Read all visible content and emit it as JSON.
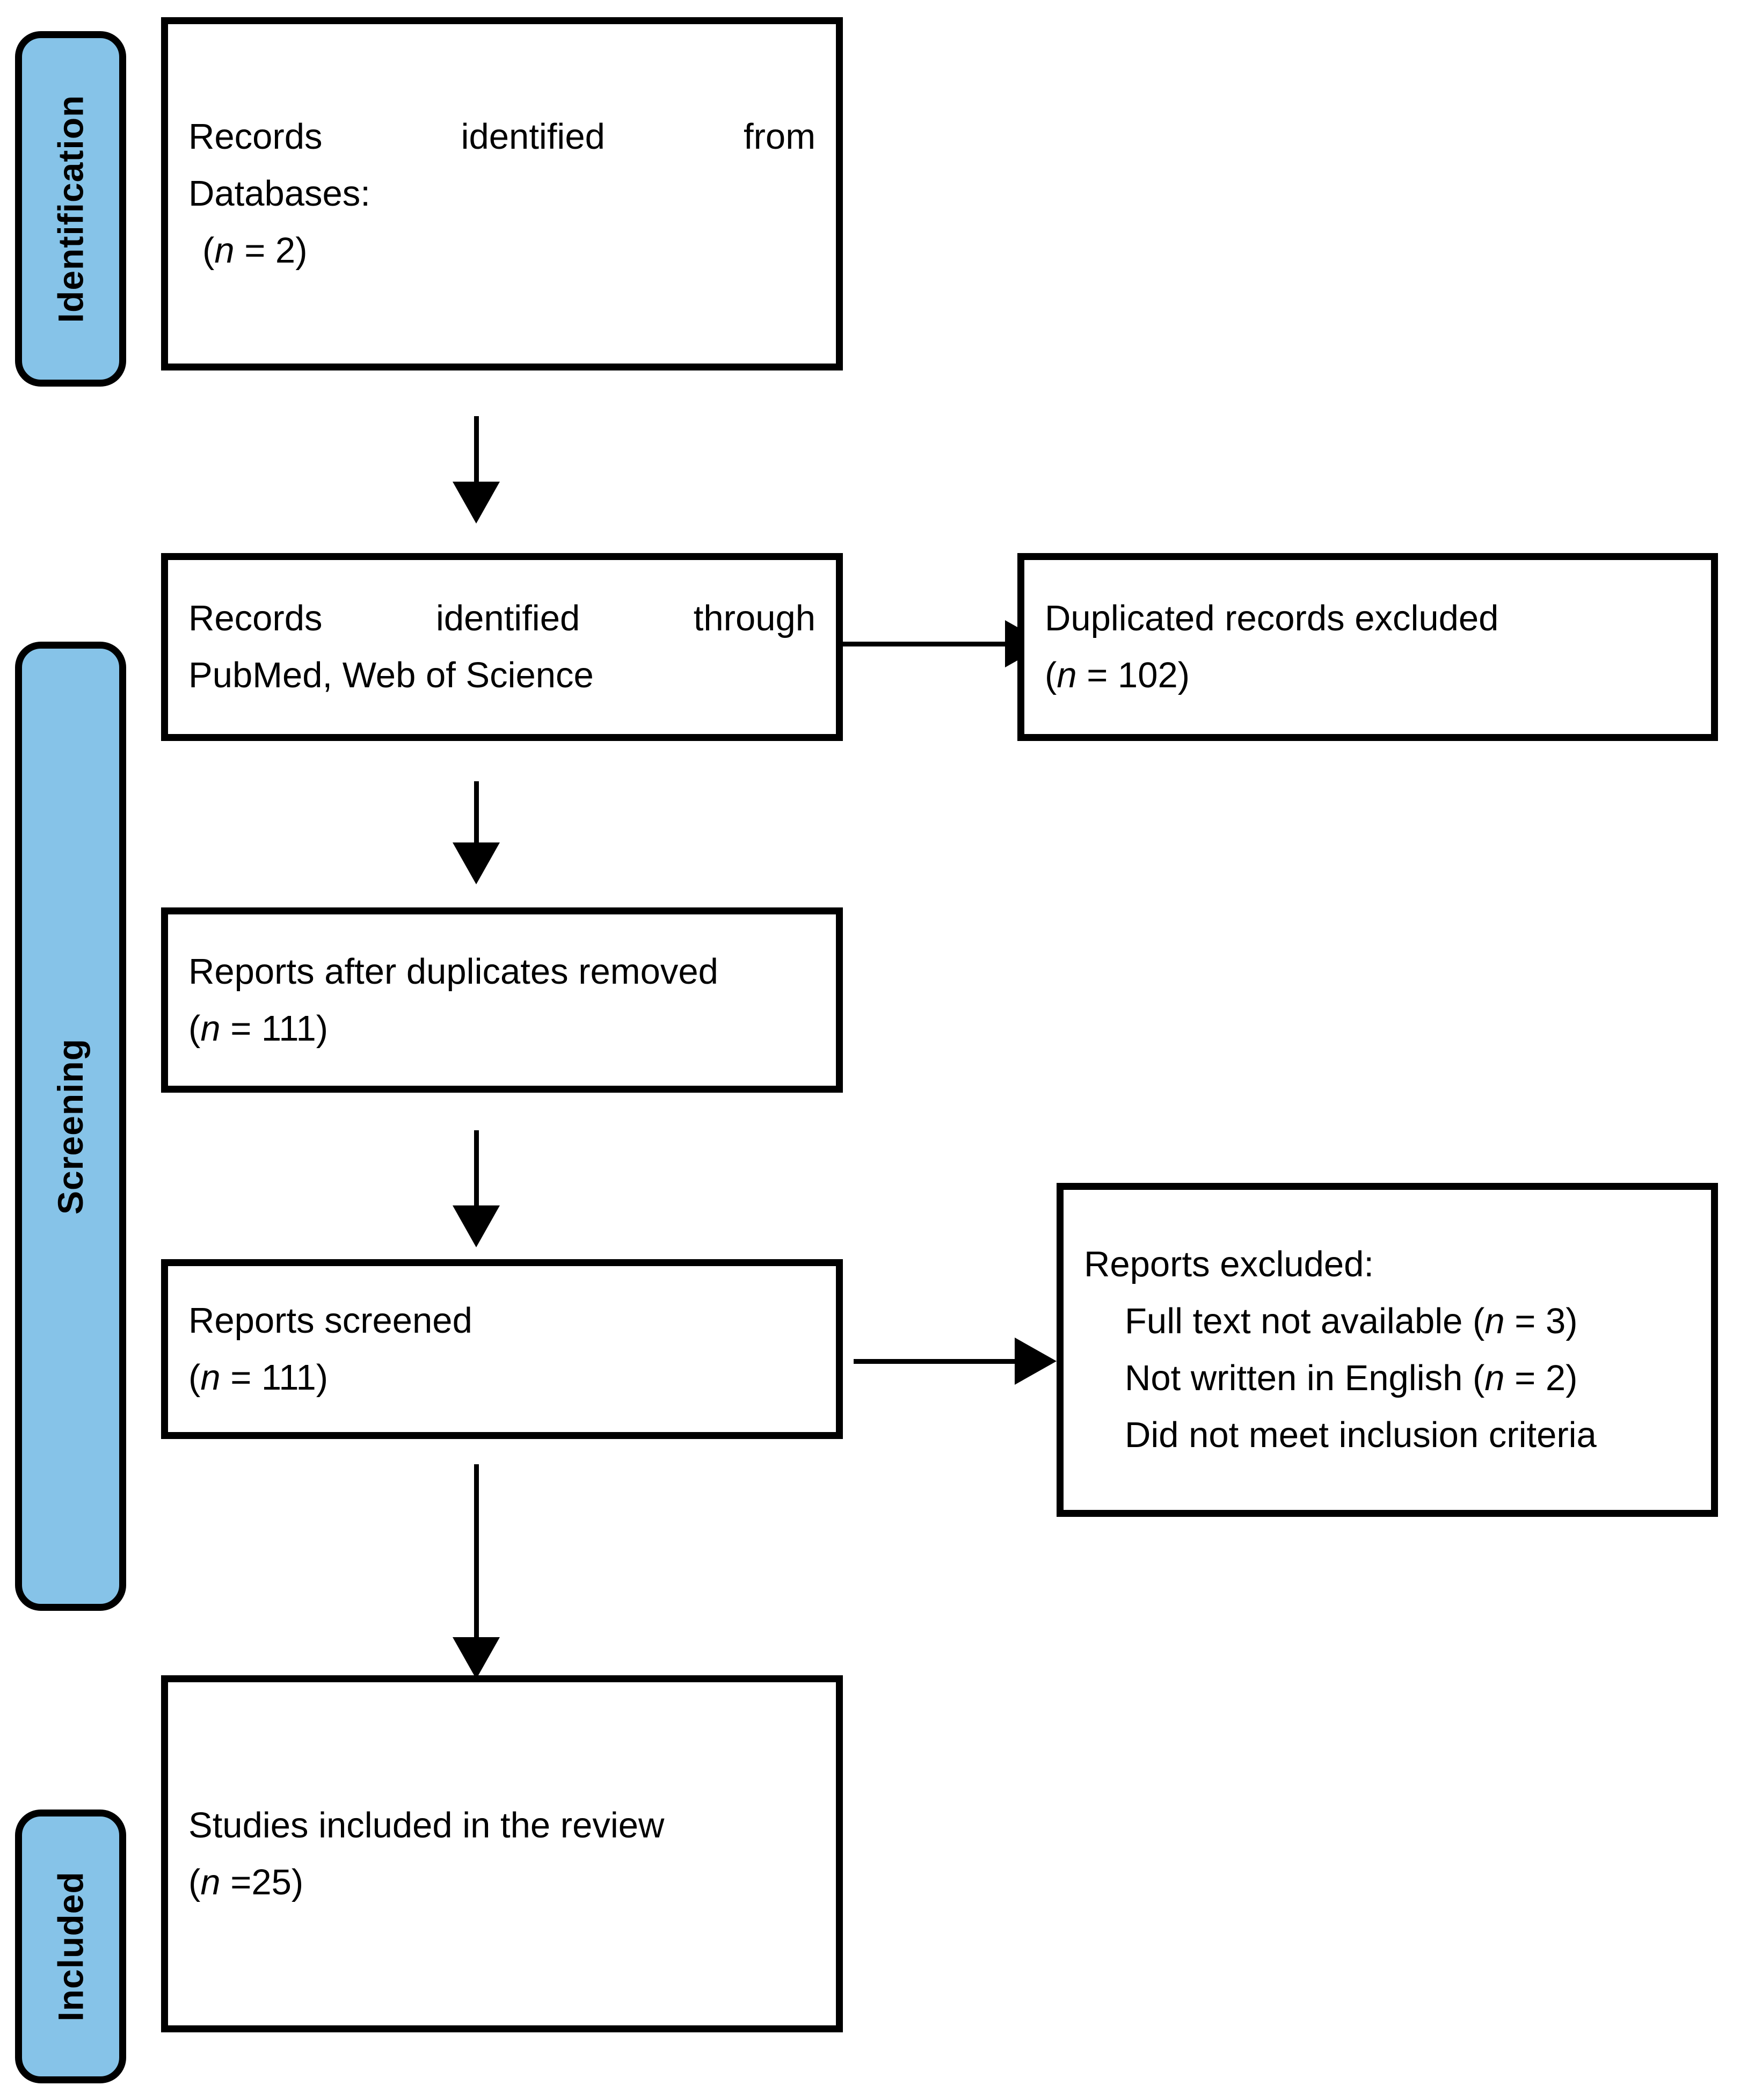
{
  "diagram": {
    "title": "PRISMA flow diagram",
    "accent_color": "#86c3e8",
    "line_color": "#000000",
    "background_color": "#ffffff"
  },
  "stages": {
    "identification": "Identification",
    "screening": "Screening",
    "included": "Included"
  },
  "boxes": {
    "records_identified_databases": {
      "line1_a": "Records",
      "line1_b": "identified",
      "line1_c": "from",
      "line2": "Databases:",
      "line3_open": "(",
      "line3_n": "n",
      "line3_rest": " = 2)"
    },
    "records_identified_sources": {
      "line1_a": "Records",
      "line1_b": "identified",
      "line1_c": "through",
      "line2": "PubMed, Web of Science"
    },
    "duplicates_excluded": {
      "line1": "Duplicated records excluded",
      "line2_open": "(",
      "line2_n": "n",
      "line2_rest": " = 102)"
    },
    "reports_after_duplicates": {
      "line1": "Reports after duplicates removed",
      "line2_open": "(",
      "line2_n": "n",
      "line2_rest": " = 111)"
    },
    "reports_screened": {
      "line1": "Reports screened",
      "line2_open": "(",
      "line2_n": "n",
      "line2_rest": " = 111)"
    },
    "reports_excluded": {
      "heading": "Reports excluded:",
      "reason1_text": "Full text not available (",
      "reason1_n": "n",
      "reason1_tail": " = 3)",
      "reason2_text": "Not written in English (",
      "reason2_n": "n",
      "reason2_tail": " = 2)",
      "reason3_text": "Did not meet inclusion criteria"
    },
    "studies_included": {
      "line1": "Studies included in the review",
      "line2_open": "(",
      "line2_n": "n",
      "line2_rest": " =25)"
    }
  }
}
